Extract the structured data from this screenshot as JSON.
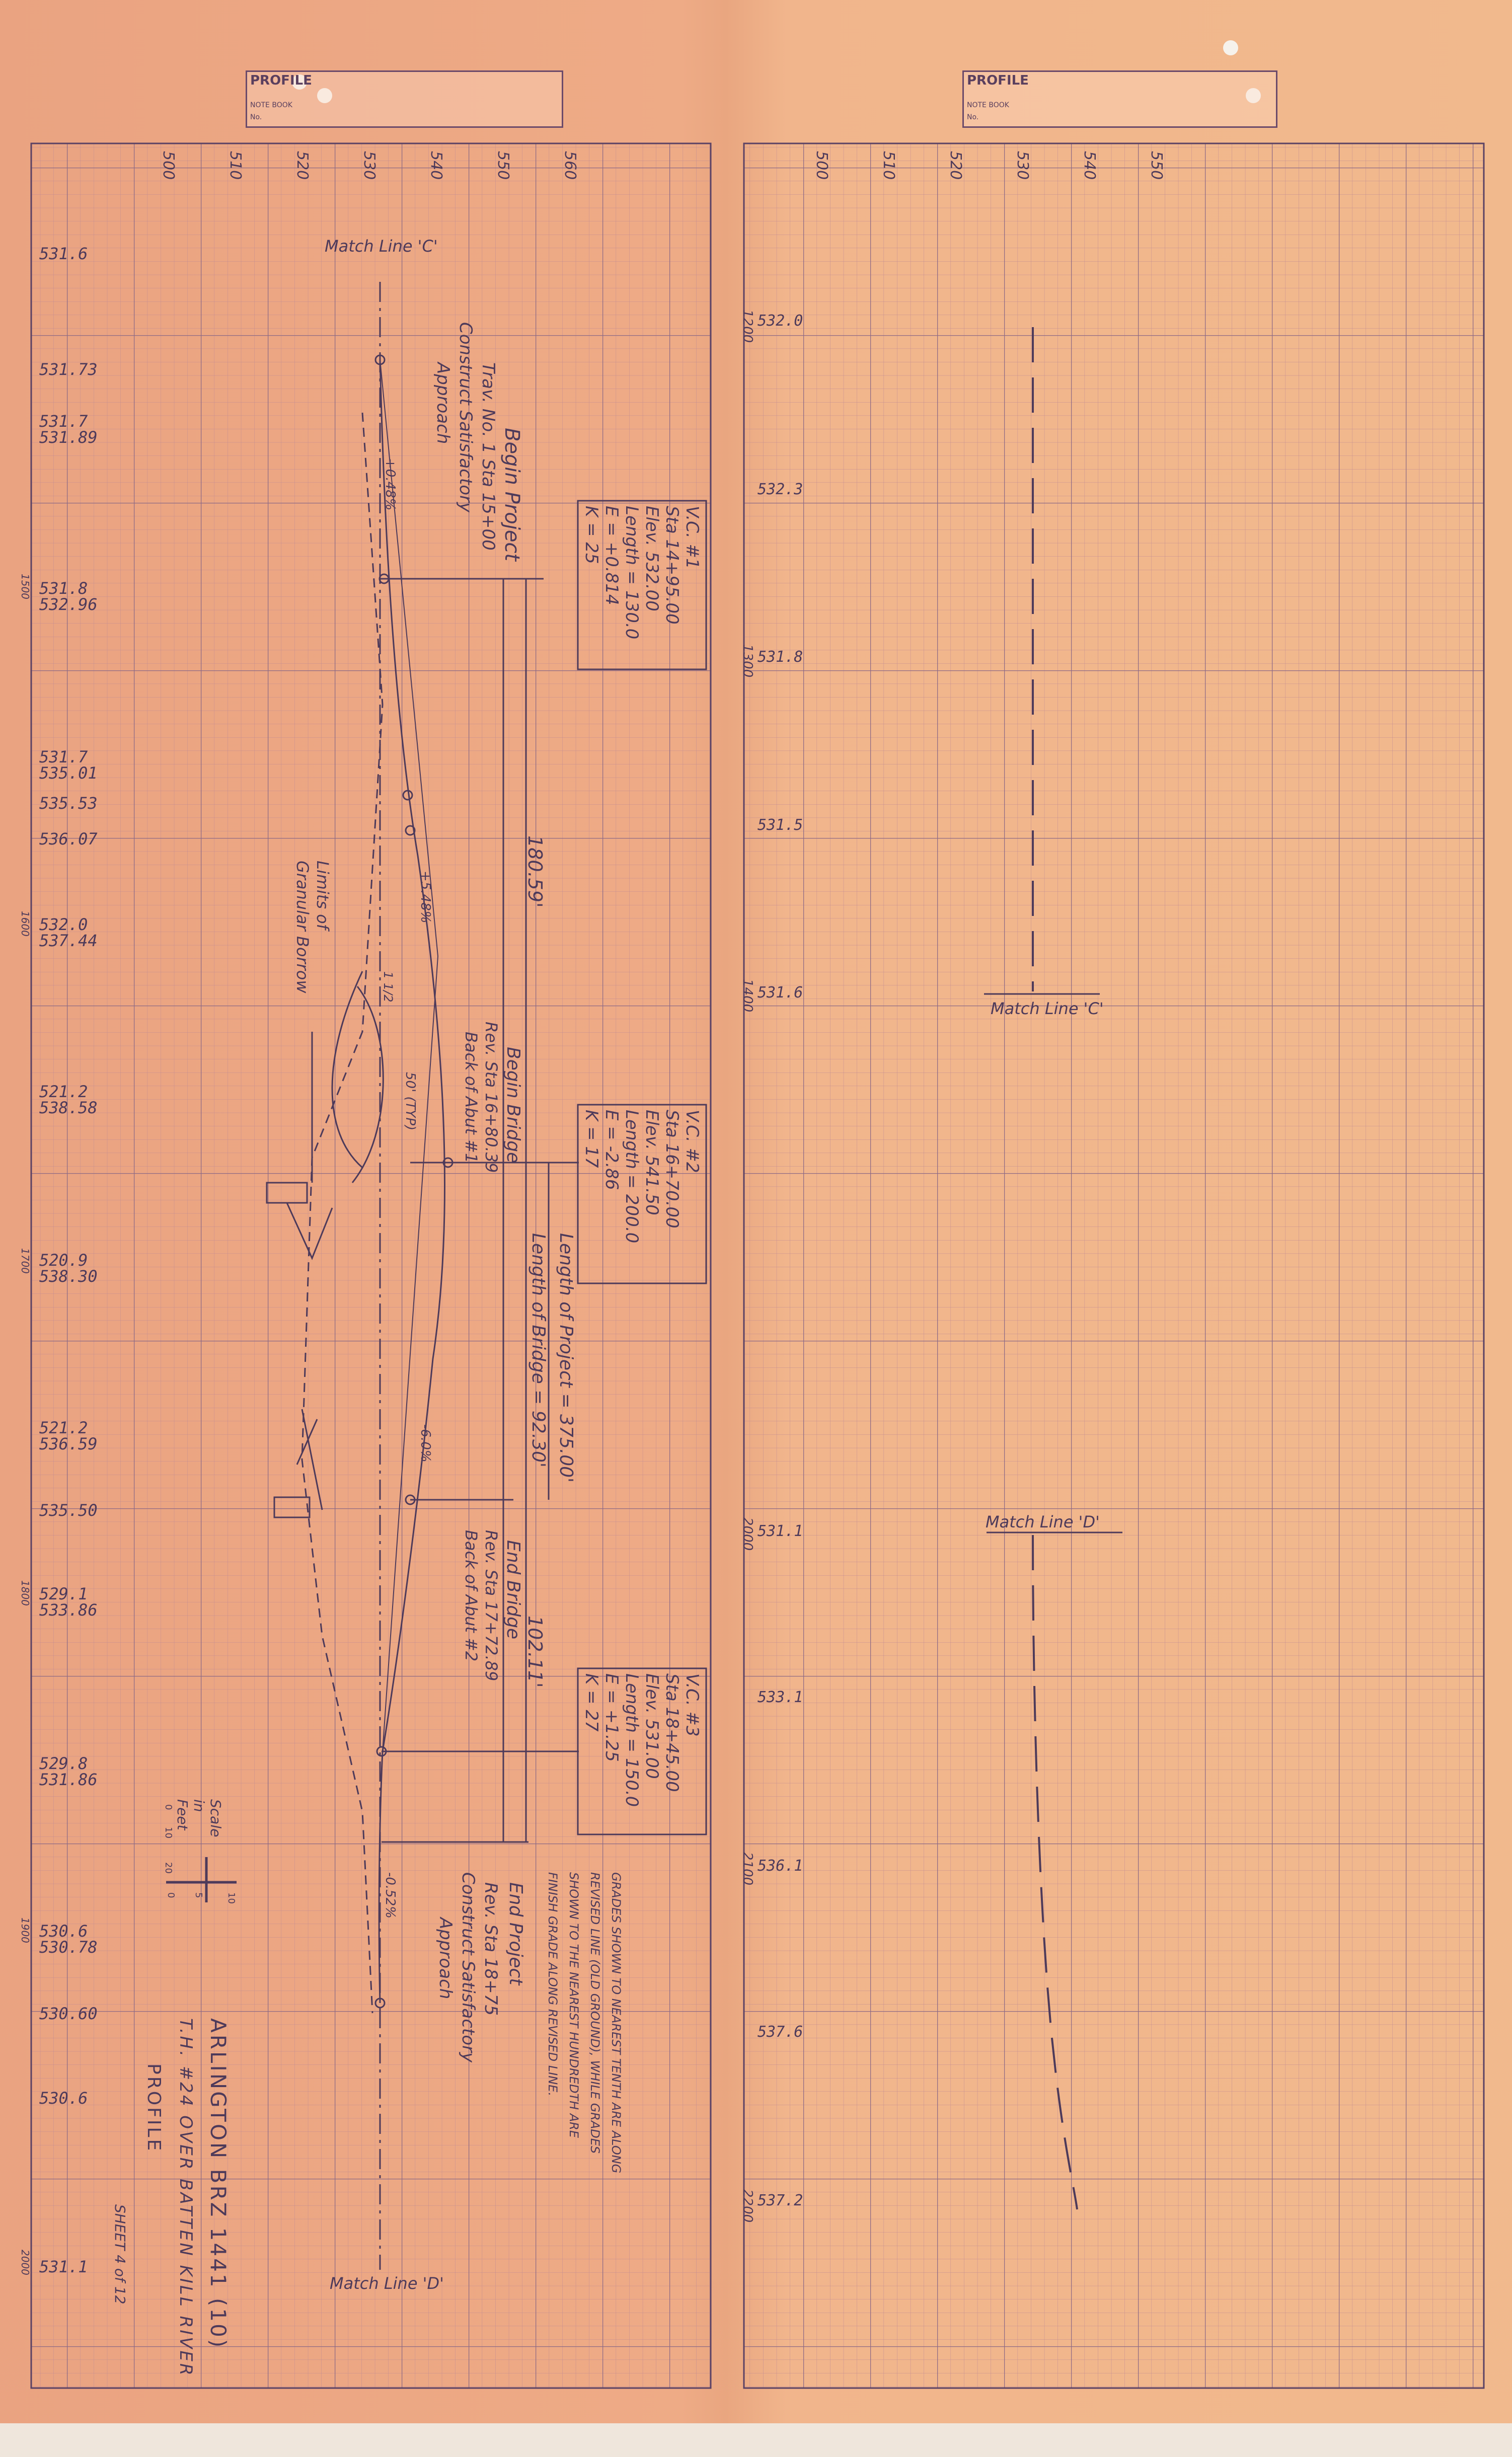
{
  "title_block": {
    "title": "PROFILE",
    "note_book_label": "NOTE BOOK",
    "no_label": "No."
  },
  "left_panel": {
    "axis_labels": [
      "500",
      "510",
      "520",
      "530",
      "540",
      "550",
      "560"
    ],
    "station_labels": [
      "1500",
      "1600",
      "1700",
      "1800",
      "1900",
      "2000"
    ],
    "elevations": [
      {
        "ground": "531.6",
        "grade": ""
      },
      {
        "ground": "531.73",
        "grade": ""
      },
      {
        "ground": "531.7",
        "grade": "531.89"
      },
      {
        "ground": "531.8",
        "grade": "532.96"
      },
      {
        "ground": "531.7",
        "grade": "535.01"
      },
      {
        "ground": "535.53",
        "grade": ""
      },
      {
        "ground": "536.07",
        "grade": ""
      },
      {
        "ground": "532.0",
        "grade": "537.44"
      },
      {
        "ground": "521.2",
        "grade": "538.58"
      },
      {
        "ground": "520.9",
        "grade": "538.30"
      },
      {
        "ground": "521.2",
        "grade": "536.59"
      },
      {
        "ground": "535.50",
        "grade": ""
      },
      {
        "ground": "529.1",
        "grade": "533.86"
      },
      {
        "ground": "529.8",
        "grade": "531.86"
      },
      {
        "ground": "530.6",
        "grade": "530.78"
      },
      {
        "ground": "530.60",
        "grade": ""
      },
      {
        "ground": "530.6",
        "grade": ""
      },
      {
        "ground": "531.1",
        "grade": ""
      }
    ],
    "match_line_c": "Match Line 'C'",
    "match_line_d": "Match Line 'D'",
    "vc1": [
      "V.C. #1",
      "Sta 14+95.00",
      "Elev. 532.00",
      "Length = 130.0",
      "E = +0.814",
      "K = 25"
    ],
    "vc2": [
      "V.C. #2",
      "Sta 16+70.00",
      "Elev. 541.50",
      "Length = 200.0",
      "E = -2.86",
      "K = 17"
    ],
    "vc3": [
      "V.C. #3",
      "Sta 18+45.00",
      "Elev. 531.00",
      "Length = 150.0",
      "E = +1.25",
      "K = 27"
    ],
    "begin_project": "Begin Project",
    "trav_note": "Trav. No. 1 Sta 15+00",
    "construct_1": "Construct Satisfactory",
    "approach_1": "Approach",
    "grade_1": "+0.48%",
    "grade_2": "+5.48%",
    "grade_3": "-6.0%",
    "grade_4": "-0.52%",
    "dim_180": "180.59'",
    "limits_1": "Limits of",
    "limits_2": "Granular Borrow",
    "slope": "1 1/2",
    "typ": "50' (TYP)",
    "begin_bridge": "Begin Bridge",
    "begin_bridge_sta": "Rev. Sta 16+80.39",
    "back_abut_1": "Back of Abut #1",
    "length_bridge": "Length of Bridge = 92.30'",
    "length_project": "Length of Project = 375.00'",
    "end_bridge": "End Bridge",
    "end_bridge_sta": "Rev. Sta 17+72.89",
    "back_abut_2": "Back of Abut #2",
    "dim_102": "102.11'",
    "end_project": "End Project",
    "end_project_sta": "Rev. Sta 18+75",
    "construct_2": "Construct Satisfactory",
    "approach_2": "Approach",
    "scale_title": "Scale in Feet",
    "scale_h": [
      "0",
      "10",
      "20"
    ],
    "scale_v": [
      "0",
      "5",
      "10"
    ],
    "grades_note": [
      "GRADES SHOWN TO NEAREST TENTH ARE ALONG",
      "REVISED LINE (OLD GROUND), WHILE GRADES",
      "SHOWN TO THE NEAREST HUNDREDTH ARE",
      "FINISH GRADE ALONG REVISED LINE."
    ],
    "project_title": [
      "ARLINGTON   BRZ 1441 (10)",
      "T.H. #24 OVER BATTEN KILL RIVER",
      "PROFILE"
    ],
    "sheet_no": "SHEET 4 of 12"
  },
  "right_panel": {
    "axis_labels": [
      "500",
      "510",
      "520",
      "530",
      "540",
      "550"
    ],
    "station_labels": [
      "1200",
      "1300",
      "1400",
      "2000",
      "2100",
      "2200"
    ],
    "elevations": [
      "532.0",
      "532.3",
      "531.8",
      "531.5",
      "531.6",
      "531.1",
      "533.1",
      "536.1",
      "537.6",
      "537.2"
    ],
    "match_line_c": "Match Line 'C'",
    "match_line_d": "Match Line 'D'"
  },
  "colors": {
    "paper": "#eeab86",
    "ink": "#4d3a5a",
    "grid": "#b57d8a",
    "red_check": "#d8342a"
  }
}
